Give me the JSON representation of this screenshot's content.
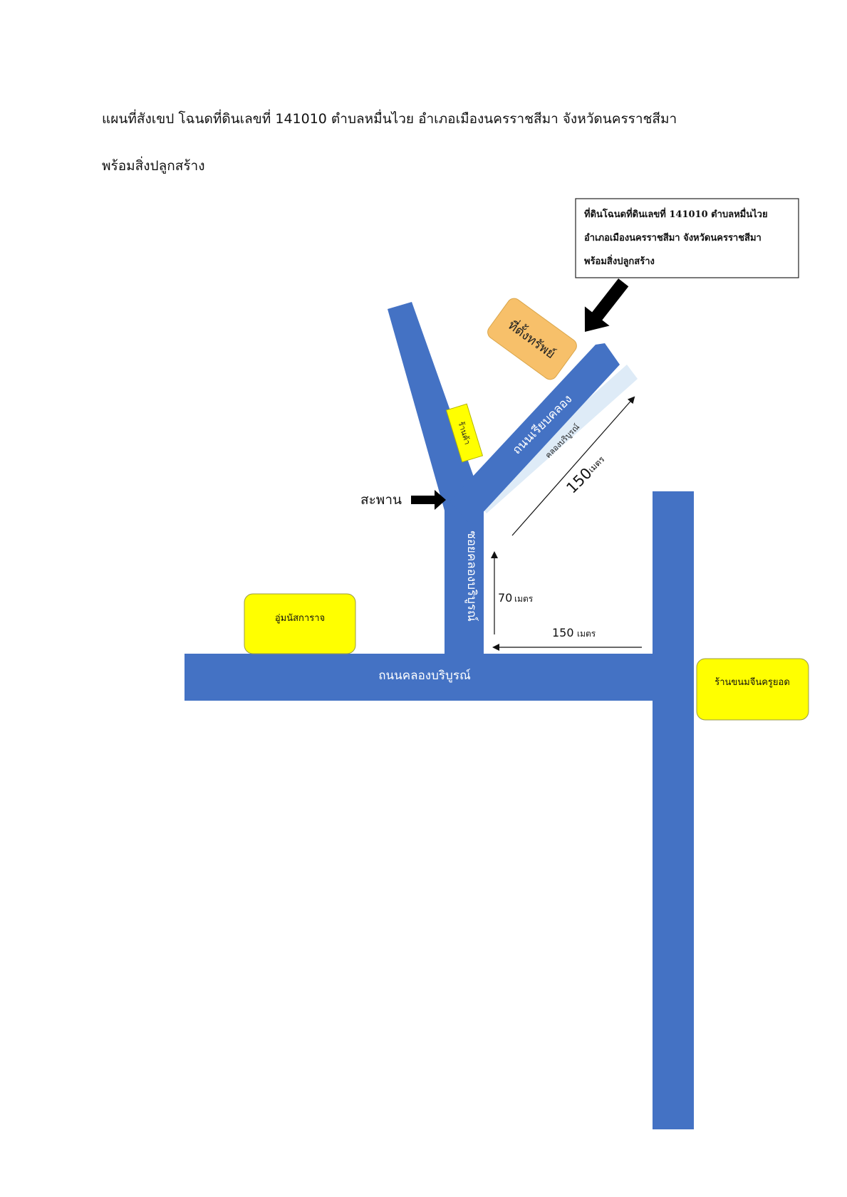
{
  "header": {
    "title_line1": "แผนที่สังเขป โฉนดที่ดินเลขที่  141010  ตำบลหมื่นไวย  อำเภอเมืองนครราชสีมา  จังหวัดนครราชสีมา",
    "title_line2": "พร้อมสิ่งปลูกสร้าง"
  },
  "callout": {
    "line1": "ที่ดินโฉนดที่ดินเลขที่  141010  ตำบลหมื่นไวย",
    "line2": "อำเภอเมืองนครราชสีมา  จังหวัดนครราชสีมา",
    "line3": "พร้อมสิ่งปลูกสร้าง"
  },
  "property_label": "ที่ตั้งทรัพย์",
  "roads": {
    "main": "ถนนคลองบริบูรณ์",
    "soi": "ซอยคลองบริบูรณ์",
    "canal_road": "ถนนเรียบคลอง",
    "canal": "คลองบริบูรณ์"
  },
  "landmarks": {
    "shop_small": "ร้านค้า",
    "garage": "อู่มนัสการาจ",
    "noodle_shop": "ร้านขนมจีนครูยอด",
    "bridge": "สะพาน"
  },
  "distances": {
    "canal_value": "150",
    "canal_unit": "เมตร",
    "soi_value": "70",
    "soi_unit": "เมตร",
    "main_value": "150",
    "main_unit": "เมตร"
  },
  "colors": {
    "road": "#4472C4",
    "canal": "#DEEBF7",
    "property": "#F7C06A",
    "landmark": "#FFFF00"
  }
}
